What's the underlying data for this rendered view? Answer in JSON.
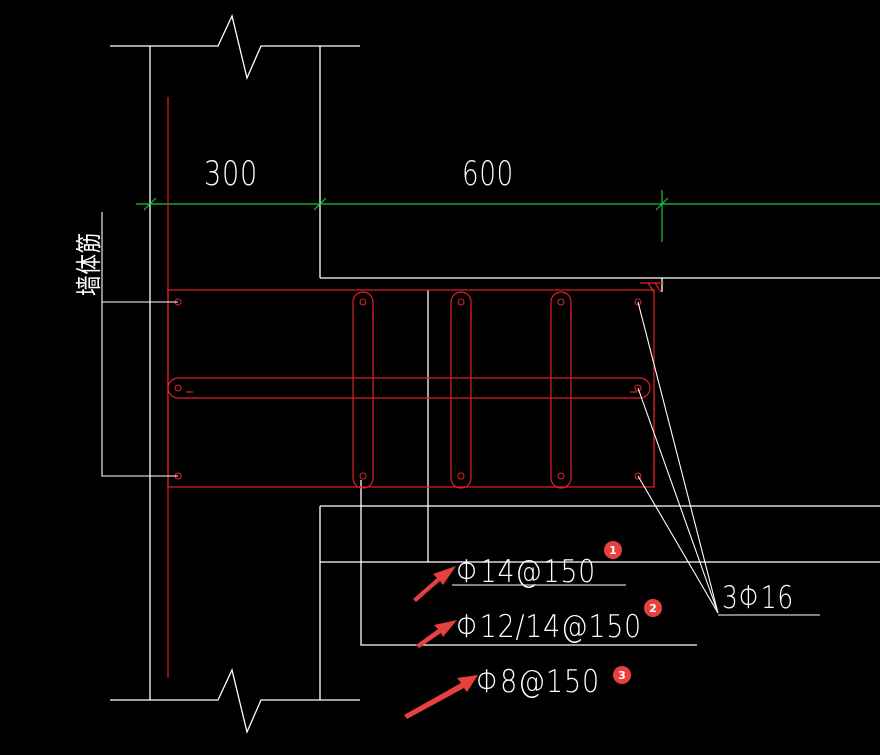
{
  "colors": {
    "background": "#000000",
    "outline": "#ffffff",
    "rebar": "#e0202a",
    "dimension": "#21c33b",
    "callout": "#e8403f"
  },
  "dimensions": {
    "wall_width": "300",
    "slab_span": "600"
  },
  "labels": {
    "wall_rebar": "墙体筋",
    "main_bars": "3Φ16"
  },
  "annotations": [
    {
      "text": "Φ14@150",
      "badge": "1"
    },
    {
      "text": "Φ12/14@150",
      "badge": "2"
    },
    {
      "text": "Φ8@150",
      "badge": "3"
    }
  ]
}
